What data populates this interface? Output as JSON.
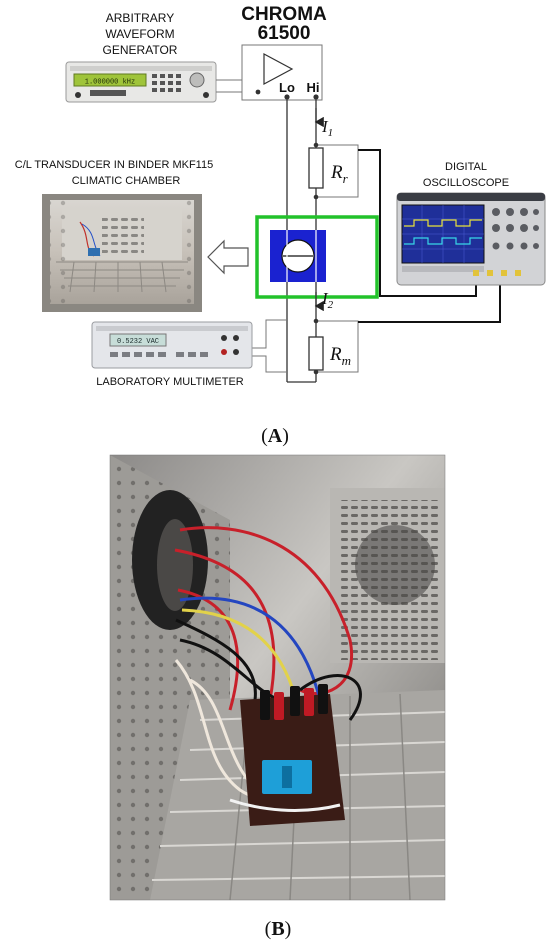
{
  "panel_a": {
    "generator_label_1": "ARBITRARY",
    "generator_label_2": "WAVEFORM",
    "generator_label_3": "GENERATOR",
    "generator_display": "1.000000 kHz",
    "source_brand": "CHROMA",
    "source_model": "61500",
    "terminal_lo": "Lo",
    "terminal_hi": "Hi",
    "current_1_symbol": "I",
    "current_1_sub": "1",
    "current_2_symbol": "I",
    "current_2_sub": "2",
    "resistor_r_symbol": "R",
    "resistor_r_sub": "r",
    "resistor_m_symbol": "R",
    "resistor_m_sub": "m",
    "chamber_label_1": "C/L TRANSDUCER IN BINDER MKF115",
    "chamber_label_2": "CLIMATIC CHAMBER",
    "scope_label_1": "DIGITAL",
    "scope_label_2": "OSCILLOSCOPE",
    "multimeter_label": "LABORATORY MULTIMETER",
    "multimeter_display": "0.5232 VAC",
    "caption": "(A)",
    "caption_letter": "A"
  },
  "panel_b": {
    "caption": "(B)",
    "caption_letter": "B"
  },
  "colors": {
    "transducer_blue": "#1a22d0",
    "transducer_frame_green": "#22c22a",
    "lcd_green": "#9fc43a",
    "scope_screen": "#2a3ba8",
    "sensor_cyan": "#1e9fd8"
  }
}
